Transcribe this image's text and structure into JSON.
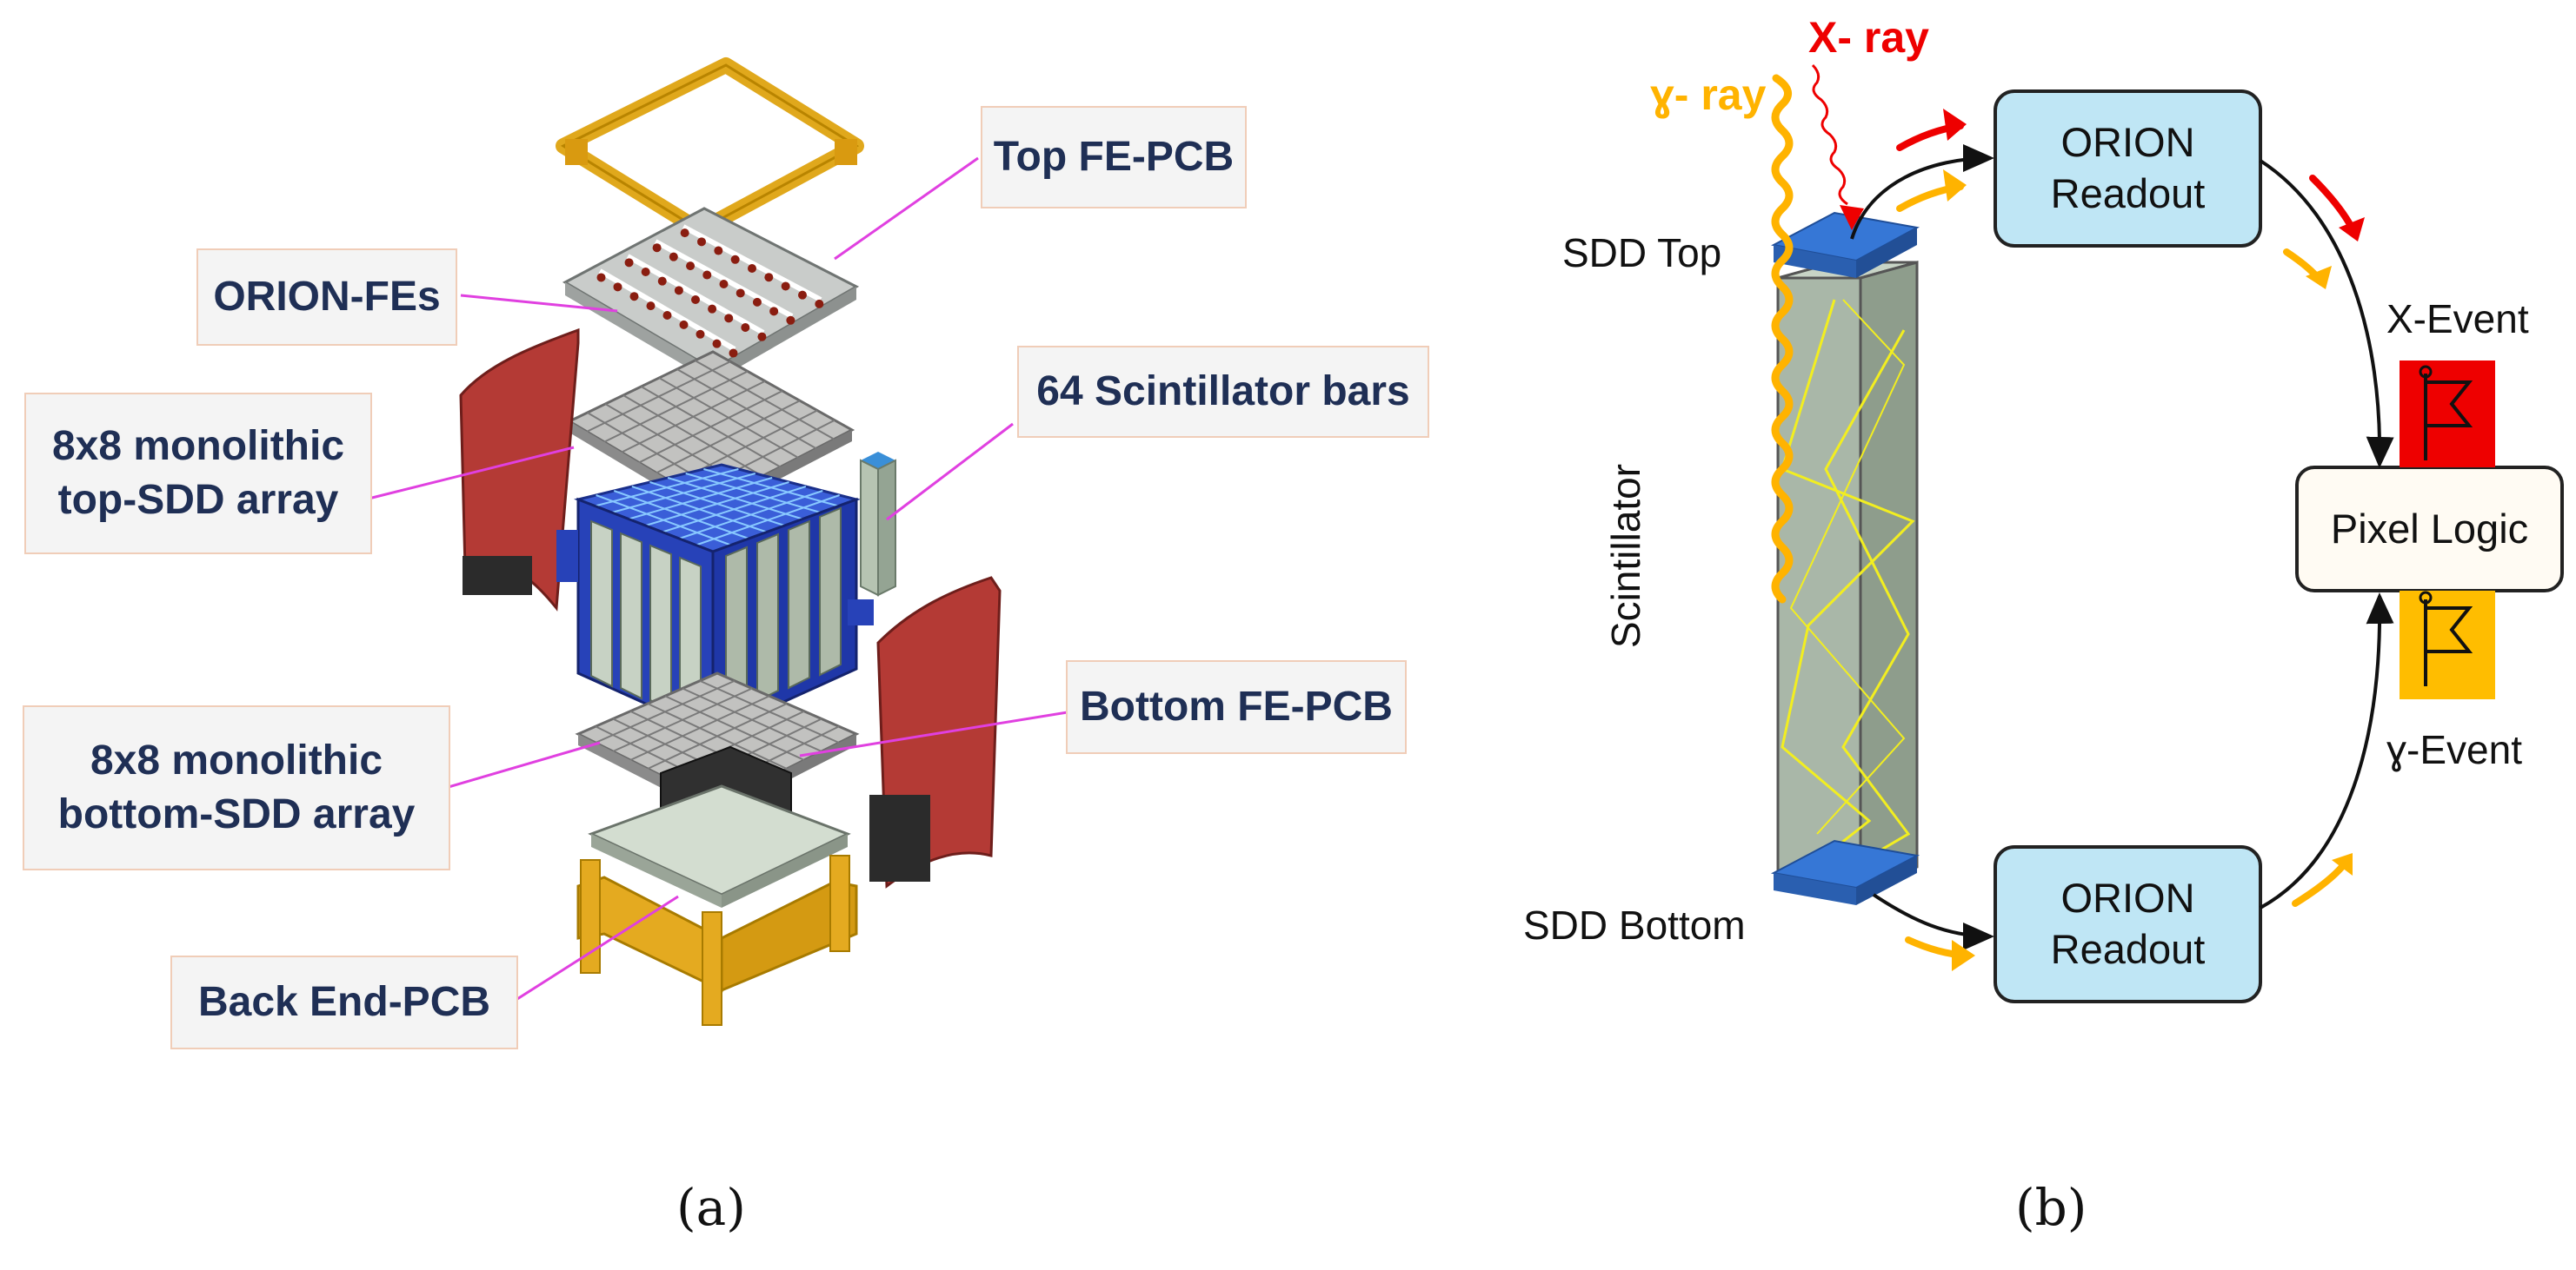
{
  "panel_a": {
    "labels": {
      "top_fe_pcb": "Top FE-PCB",
      "orion_fes": "ORION-FEs",
      "scintillator_bars": "64 Scintillator bars",
      "top_sdd_line1": "8x8 monolithic",
      "top_sdd_line2": "top-SDD array",
      "bottom_fe_pcb": "Bottom FE-PCB",
      "bottom_sdd_line1": "8x8 monolithic",
      "bottom_sdd_line2": "bottom-SDD array",
      "back_end_pcb": "Back End-PCB"
    },
    "caption": "(a)"
  },
  "panel_b": {
    "x_ray": "X- ray",
    "gamma_ray": "ɣ- ray",
    "sdd_top": "SDD Top",
    "sdd_bottom": "SDD Bottom",
    "scintillator": "Scintillator",
    "readout_top_line1": "ORION",
    "readout_top_line2": "Readout",
    "readout_bottom_line1": "ORION",
    "readout_bottom_line2": "Readout",
    "pixel_logic": "Pixel Logic",
    "x_event": "X-Event",
    "gamma_event": "ɣ-Event",
    "caption": "(b)"
  },
  "colors": {
    "callout_text": "#1f2f55",
    "callout_border": "#f0cdb8",
    "leader_line": "#e040e0",
    "readout_fill": "#bfe6f5",
    "pixel_fill": "#fffbf3",
    "x_ray": "#ee0000",
    "gamma_ray": "#ffb300",
    "sdd": "#2f6fd0",
    "scintillator": "#9fb0a0"
  }
}
